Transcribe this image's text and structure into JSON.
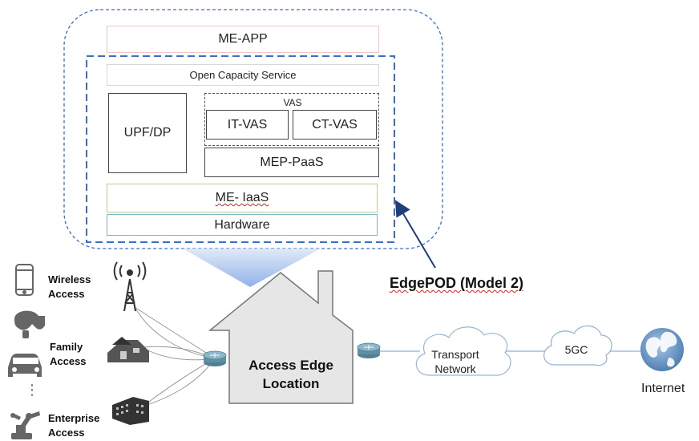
{
  "stack": {
    "me_app": "ME-APP",
    "open_capacity": "Open Capacity Service",
    "upf": "UPF/DP",
    "vas_title": "VAS",
    "it_vas": "IT-VAS",
    "ct_vas": "CT-VAS",
    "mep_paas": "MEP-PaaS",
    "me_iaas": "ME- IaaS",
    "hardware": "Hardware"
  },
  "edgepod_label": "EdgePOD (Model 2)",
  "access": {
    "wireless": [
      "Wireless",
      "Access"
    ],
    "family": [
      "Family",
      "Access"
    ],
    "enterprise": [
      "Enterprise",
      "Access"
    ],
    "ellipsis": "⋮"
  },
  "house_label": [
    "Access Edge",
    "Location"
  ],
  "transport": [
    "Transport",
    "Network"
  ],
  "core": "5GC",
  "internet": "Internet",
  "colors": {
    "dashed_blue": "#3c6fc4",
    "iaas_border": "#b7d48a",
    "hardware_border": "#7fb6c6",
    "router": "#5f8fa3",
    "arrow": "#1f3f7a",
    "house_fill": "#e6e6e6",
    "beam": "#9bb8e8"
  }
}
